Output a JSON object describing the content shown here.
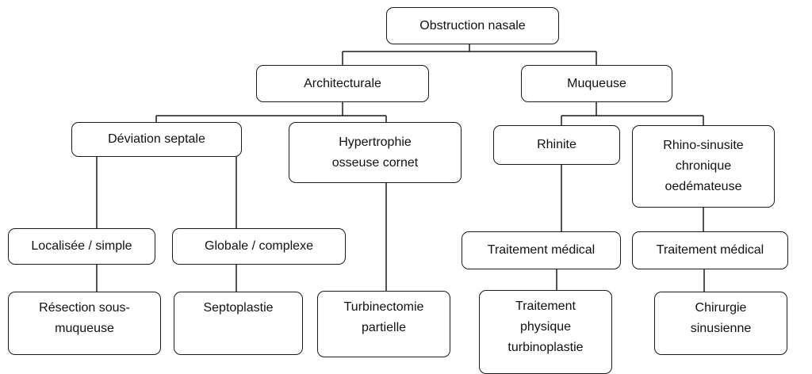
{
  "nodes": {
    "obstruction": "Obstruction nasale",
    "architecturale": "Architecturale",
    "muqueuse": "Muqueuse",
    "deviation": "Déviation septale",
    "hypertrophie": "Hypertrophie\nosseuse cornet",
    "rhinite": "Rhinite",
    "rhinosinusite": "Rhino-sinusite\nchronique\noedémateuse",
    "localisee": "Localisée / simple",
    "globale": "Globale / complexe",
    "traitement_medical_1": "Traitement médical",
    "traitement_medical_2": "Traitement médical",
    "resection": "Résection sous-\nmuqueuse",
    "septoplastie": "Septoplastie",
    "turbinectomie": "Turbinectomie\npartielle",
    "traitement_physique": "Traitement\nphysique\nturbinoplastie",
    "chirurgie": "Chirurgie\nsinusienne"
  }
}
